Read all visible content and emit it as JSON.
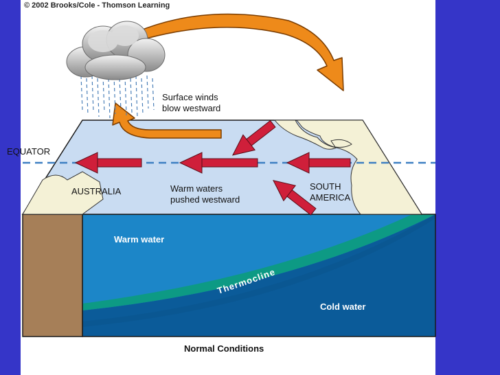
{
  "copyright": "© 2002 Brooks/Cole - Thomson Learning",
  "labels": {
    "surface_winds": [
      "Surface winds",
      "blow westward"
    ],
    "equator": "EQUATOR",
    "australia": "AUSTRALIA",
    "warm_waters": [
      "Warm waters",
      "pushed westward"
    ],
    "south_america": [
      "SOUTH",
      "AMERICA"
    ],
    "warm_water": "Warm water",
    "thermocline": "Thermocline",
    "cold_water": "Cold water",
    "caption": "Normal Conditions"
  },
  "colors": {
    "background": "#3535c8",
    "ocean_surface": "#c9dcf2",
    "land": "#f4f1d6",
    "warm_water": "#1c86c8",
    "cold_water": "#0b5b99",
    "thermocline": "#0d9a84",
    "australia_land": "#a67f58",
    "circulation_arrow": "#ee8a1a",
    "wind_arrow": "#cf1f3a",
    "equator_line": "#3d7fc2"
  }
}
